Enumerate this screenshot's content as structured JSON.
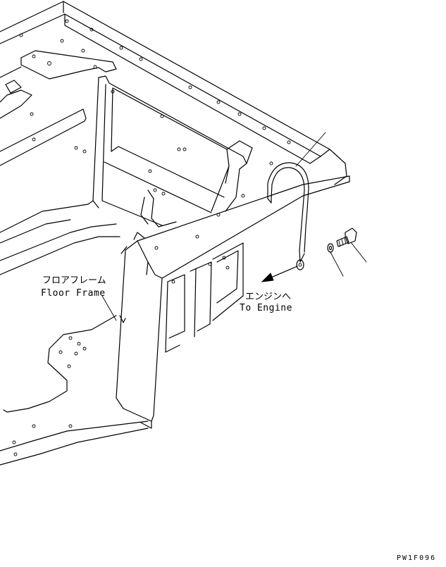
{
  "labels": {
    "floor_frame_jp": "フロアフレーム",
    "floor_frame_en": "Floor Frame",
    "to_engine_jp": "エンジンへ",
    "to_engine_en": "To Engine",
    "figure_code": "PW1F096"
  }
}
